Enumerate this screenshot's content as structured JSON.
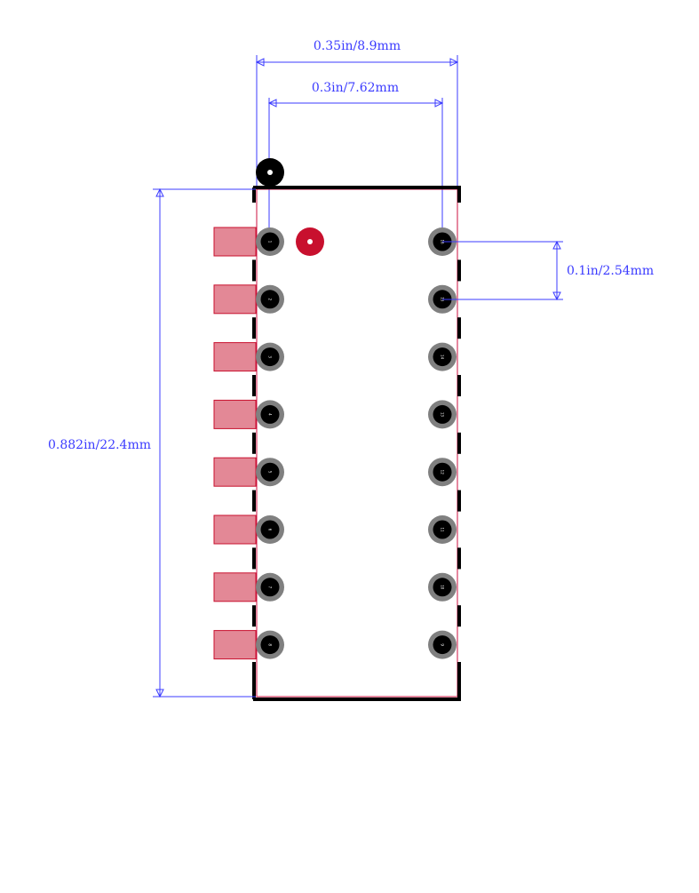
{
  "dimensions": {
    "outer_width": "0.35in/8.9mm",
    "row_spacing": "0.3in/7.62mm",
    "pin_pitch": "0.1in/2.54mm",
    "body_length": "0.882in/22.4mm"
  },
  "pins": {
    "left": [
      "1",
      "2",
      "3",
      "4",
      "5",
      "6",
      "7",
      "8"
    ],
    "right": [
      "16",
      "15",
      "14",
      "13",
      "12",
      "11",
      "10",
      "9"
    ]
  },
  "colors": {
    "dimension": "#3b3bff",
    "outline": "#000000",
    "pad_ring": "#808080",
    "pad_hole": "#000000",
    "courtyard": "#cc1040",
    "pin1_marker": "#c8102e",
    "side_pad_fill": "#e38896",
    "side_pad_stroke": "#c8102e"
  }
}
